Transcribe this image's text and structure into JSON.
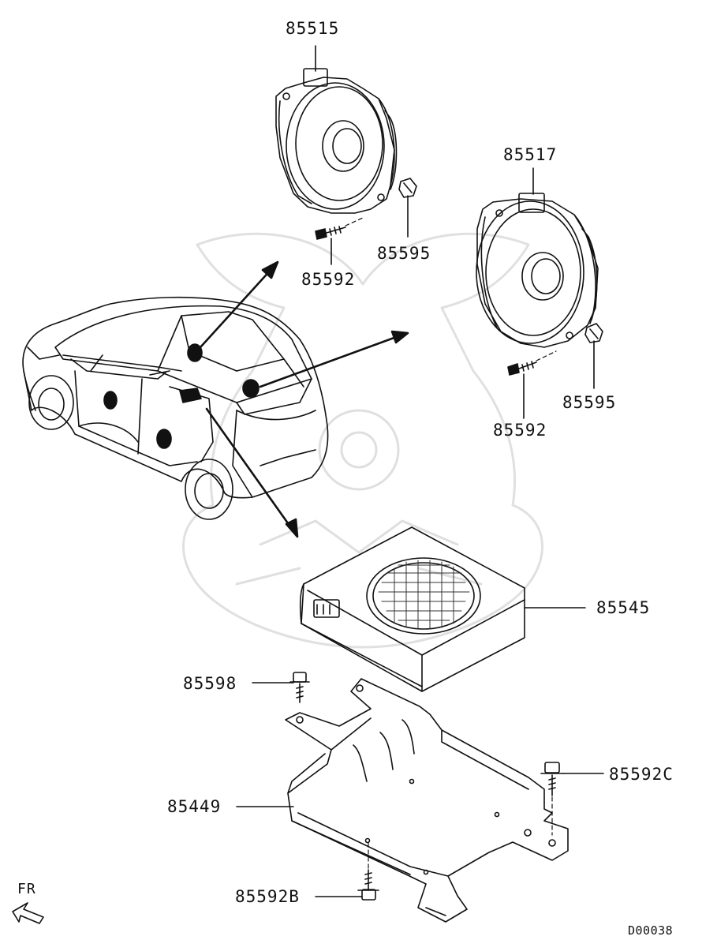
{
  "callouts": {
    "front_speaker": "85515",
    "rear_speaker": "85517",
    "screw_front": "85592",
    "clip_front": "85595",
    "screw_rear": "85592",
    "clip_rear": "85595",
    "subwoofer": "85545",
    "bolt_top": "85598",
    "bracket": "85449",
    "bolt_right": "85592C",
    "bolt_bottom": "85592B"
  },
  "direction_indicator": "FR",
  "diagram_code": "D00038"
}
